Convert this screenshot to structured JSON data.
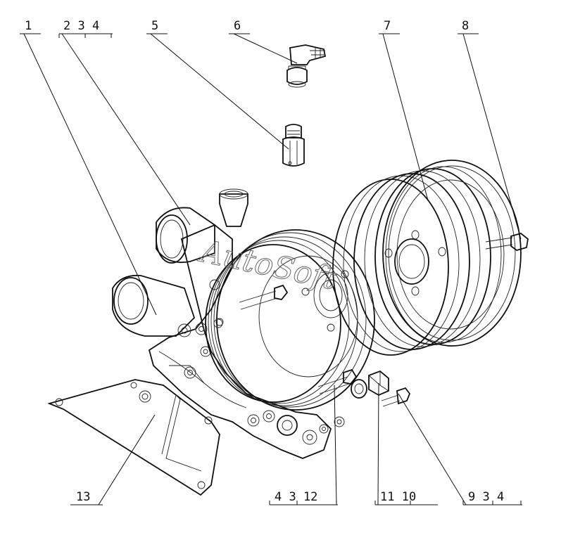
{
  "callouts": [
    {
      "id": "c1",
      "text": "1"
    },
    {
      "id": "c2",
      "text": "2 3 4"
    },
    {
      "id": "c5",
      "text": "5"
    },
    {
      "id": "c6",
      "text": "6"
    },
    {
      "id": "c7",
      "text": "7"
    },
    {
      "id": "c8",
      "text": "8"
    },
    {
      "id": "c13",
      "text": "13"
    },
    {
      "id": "c4b",
      "text": "4 3 12"
    },
    {
      "id": "c11",
      "text": "11 10"
    },
    {
      "id": "c9",
      "text": "9 3 4"
    }
  ],
  "watermark": "AutoSoft"
}
